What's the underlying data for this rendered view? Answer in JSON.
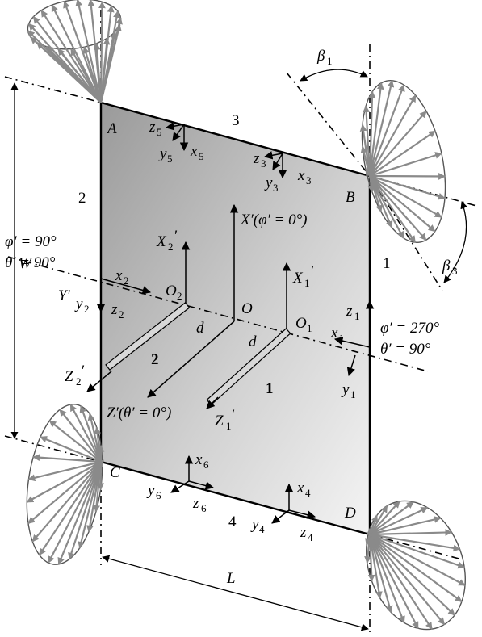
{
  "labels": {
    "corner_a": "A",
    "corner_b": "B",
    "corner_c": "C",
    "corner_d": "D",
    "edge_1": "1",
    "edge_2": "2",
    "edge_3": "3",
    "edge_4": "4",
    "origin": "O",
    "d_left": "d",
    "d_right": "d",
    "o1": "O",
    "o1_sub": "1",
    "o2": "O",
    "o2_sub": "2",
    "antenna_1": "1",
    "antenna_2": "2",
    "width": "W",
    "length": "L",
    "beta1": "β",
    "beta1_sub": "1",
    "beta3": "β",
    "beta3_sub": "3"
  },
  "axes": {
    "x_main": "X′(φ′ = 0°)",
    "z_main": "Z′(θ′ = 0°)",
    "y_main": "Y′",
    "x1p": "X",
    "x1p_sub": "1",
    "x2p": "X",
    "x2p_sub": "2",
    "z1p": "Z",
    "z1p_sub": "1",
    "z2p": "Z",
    "z2p_sub": "2",
    "x1": "x",
    "x1_sub": "1",
    "y1": "y",
    "y1_sub": "1",
    "z1": "z",
    "z1_sub": "1",
    "x2": "x",
    "x2_sub": "2",
    "y2": "y",
    "y2_sub": "2",
    "z2": "z",
    "z2_sub": "2",
    "x3": "x",
    "x3_sub": "3",
    "y3": "y",
    "y3_sub": "3",
    "z3": "z",
    "z3_sub": "3",
    "x4": "x",
    "x4_sub": "4",
    "y4": "y",
    "y4_sub": "4",
    "z4": "z",
    "z4_sub": "4",
    "x5": "x",
    "x5_sub": "5",
    "y5": "y",
    "y5_sub": "5",
    "z5": "z",
    "z5_sub": "5",
    "x6": "x",
    "x6_sub": "6",
    "y6": "y",
    "y6_sub": "6",
    "z6": "z",
    "z6_sub": "6"
  },
  "angles": {
    "left_phi": "φ′ = 90°",
    "left_theta": "θ′ = 90°",
    "right_phi": "φ′ = 270°",
    "right_theta": "θ′ = 90°"
  }
}
